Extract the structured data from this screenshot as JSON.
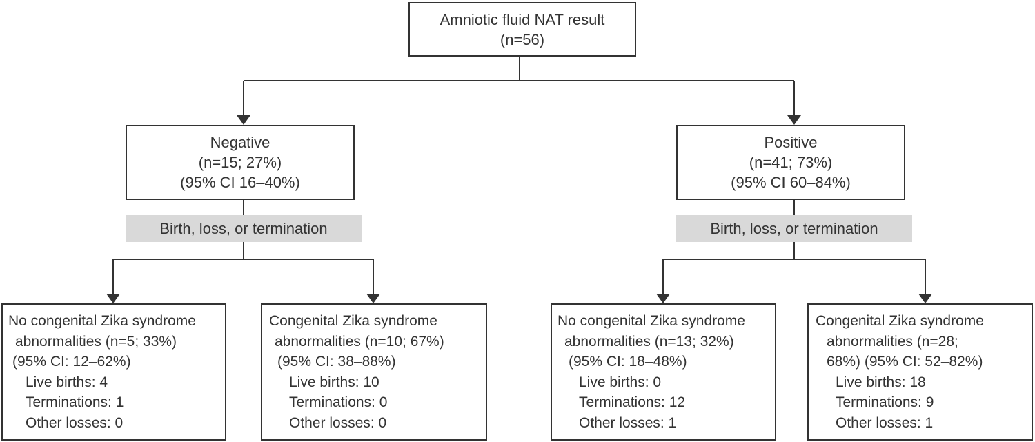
{
  "colors": {
    "line": "#333333",
    "band_fill": "#d9d9d9",
    "text": "#333333",
    "box_fill": "#ffffff"
  },
  "root": {
    "title": "Amniotic fluid NAT result",
    "count": "(n=56)"
  },
  "negative": {
    "title": "Negative",
    "count": "(n=15; 27%)",
    "ci": "(95% CI 16–40%)",
    "band_label": "Birth, loss, or termination",
    "no_czs": {
      "lines": [
        "No congenital Zika syndrome",
        "abnormalities (n=5; 33%)",
        "(95% CI: 12–62%)"
      ],
      "live_births": "Live births: 4",
      "terminations": "Terminations: 1",
      "other_losses": "Other losses: 0"
    },
    "czs": {
      "lines": [
        "Congenital Zika syndrome",
        "abnormalities (n=10; 67%)",
        "(95% CI: 38–88%)"
      ],
      "live_births": "Live births: 10",
      "terminations": "Terminations: 0",
      "other_losses": "Other losses: 0"
    }
  },
  "positive": {
    "title": "Positive",
    "count": "(n=41; 73%)",
    "ci": "(95% CI 60–84%)",
    "band_label": "Birth, loss, or termination",
    "no_czs": {
      "lines": [
        "No congenital Zika syndrome",
        "abnormalities (n=13; 32%)",
        "(95% CI: 18–48%)"
      ],
      "live_births": "Live births: 0",
      "terminations": "Terminations: 12",
      "other_losses": "Other losses: 1"
    },
    "czs": {
      "lines": [
        "Congenital Zika syndrome",
        "abnormalities (n=28;",
        "68%) (95% CI: 52–82%)"
      ],
      "live_births": "Live births: 18",
      "terminations": "Terminations: 9",
      "other_losses": "Other losses: 1"
    }
  }
}
